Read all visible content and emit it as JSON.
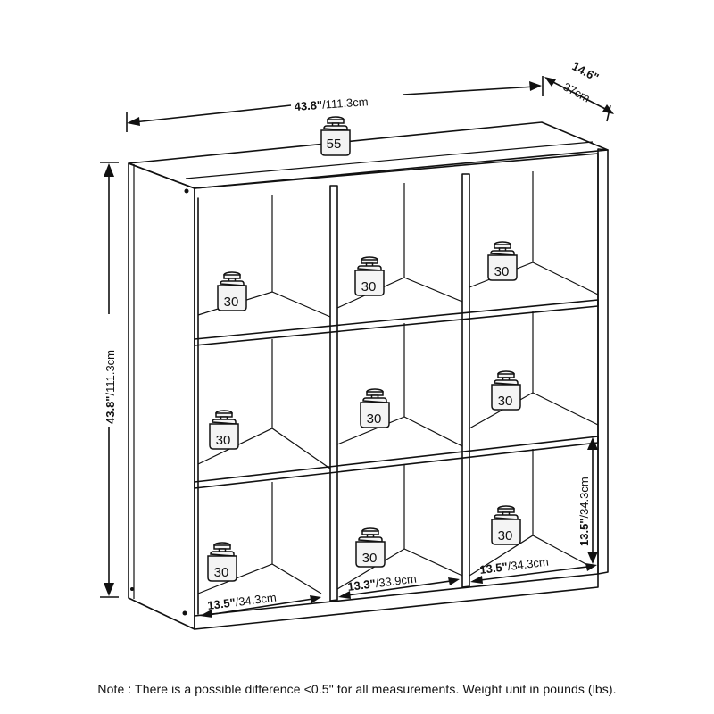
{
  "dimensions": {
    "width": {
      "imperial": "43.8\"",
      "metric": "/111.3cm"
    },
    "depth": {
      "imperial": "14.6\"",
      "metric": "37cm"
    },
    "height": {
      "imperial": "43.8\"",
      "metric": "/111.3cm"
    },
    "cube_bottom_left_width": {
      "imperial": "13.5\"",
      "metric": "/34.3cm"
    },
    "cube_bottom_middle_width": {
      "imperial": "13.3\"",
      "metric": "/33.9cm"
    },
    "cube_bottom_right_width": {
      "imperial": "13.5\"",
      "metric": "/34.3cm"
    },
    "cube_height": {
      "imperial": "13.5\"",
      "metric": "/34.3cm"
    }
  },
  "weights": {
    "top": "55",
    "shelves": [
      "30",
      "30",
      "30",
      "30",
      "30",
      "30",
      "30",
      "30",
      "30"
    ]
  },
  "note": "Note : There is a possible difference <0.5\" for all measurements. Weight unit in pounds (lbs)."
}
